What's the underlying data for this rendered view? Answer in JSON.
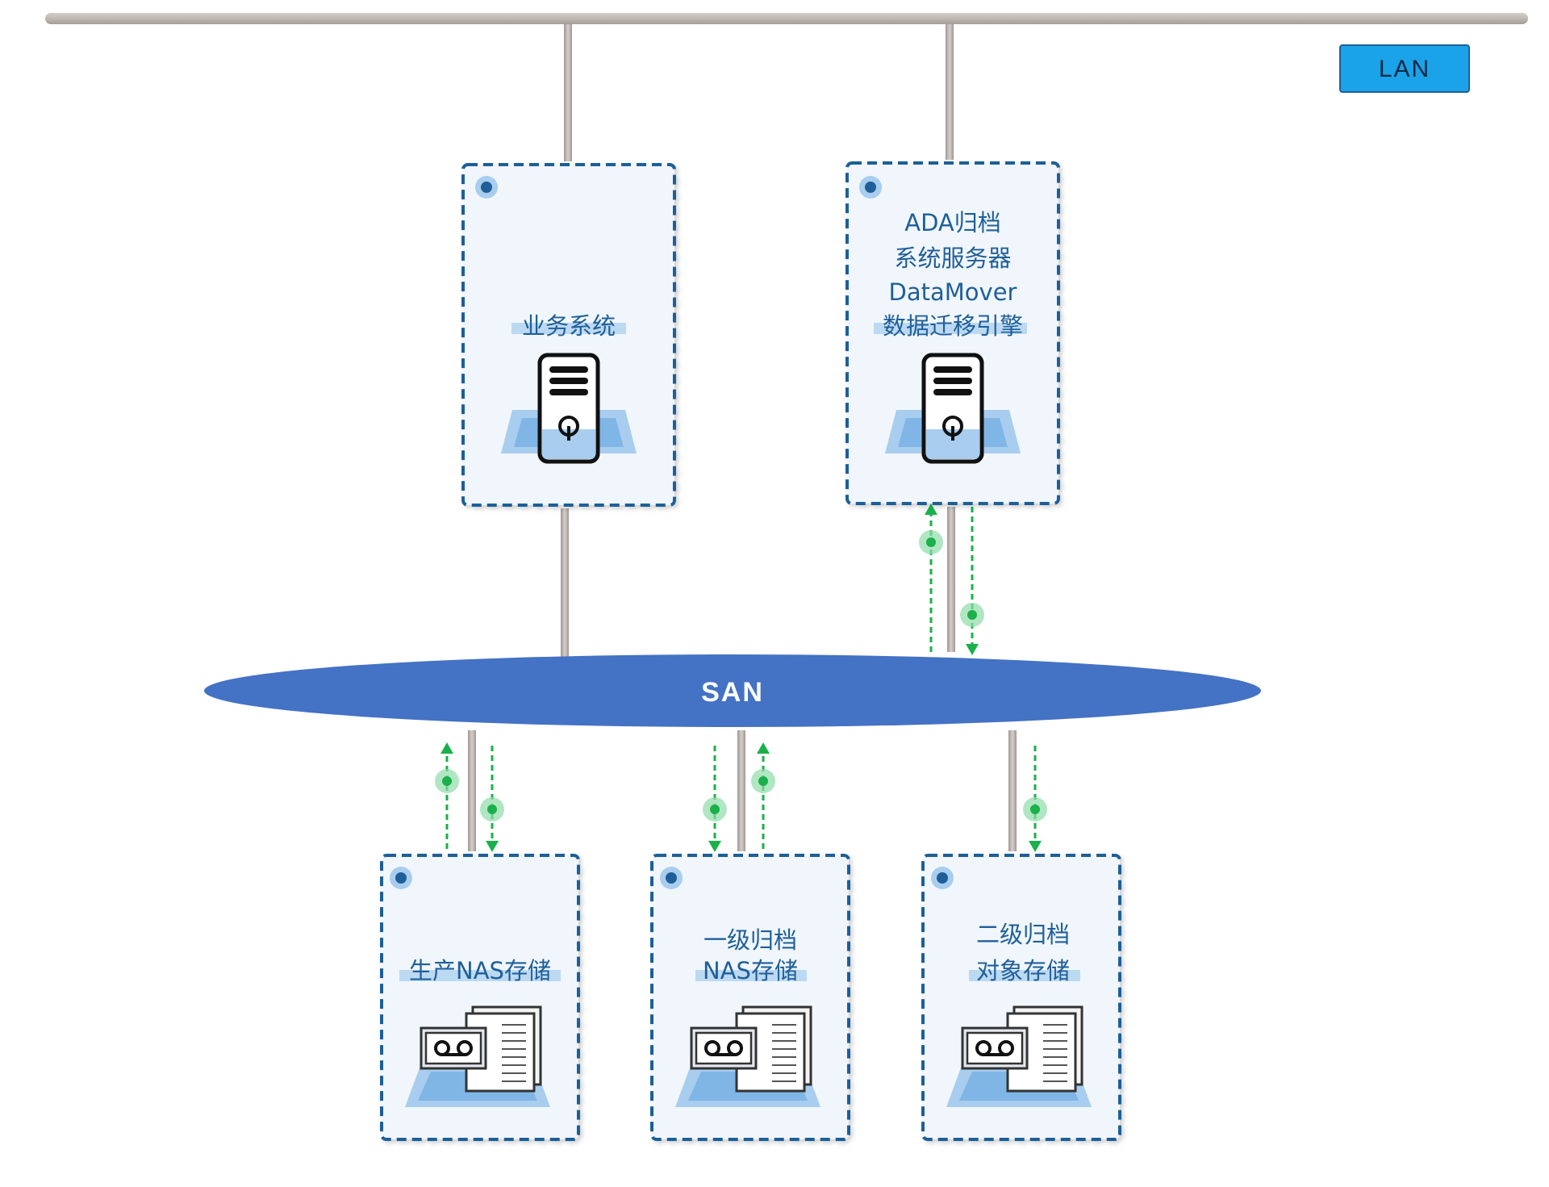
{
  "network": {
    "lan_label": "LAN",
    "san_label": "SAN"
  },
  "nodes": {
    "business": {
      "lines": [
        "业务系统"
      ],
      "icon": "server-icon"
    },
    "ada": {
      "lines": [
        "ADA归档",
        "系统服务器",
        "DataMover",
        "数据迁移引擎"
      ],
      "icon": "server-icon"
    },
    "prod_nas": {
      "lines": [
        "生产NAS存储"
      ],
      "icon": "storage-icon"
    },
    "l1_nas": {
      "lines": [
        "一级归档",
        "NAS存储"
      ],
      "icon": "storage-icon"
    },
    "l2_obj": {
      "lines": [
        "二级归档",
        "对象存储"
      ],
      "icon": "storage-icon"
    }
  },
  "colors": {
    "node_border": "#1f5f99",
    "node_fill": "#f0f6fb",
    "san": "#4472c4",
    "lan_badge": "#1aa3e8",
    "cable": "#b8b0ac",
    "flow_arrow": "#1ab04a",
    "label": "#1f5f99"
  }
}
